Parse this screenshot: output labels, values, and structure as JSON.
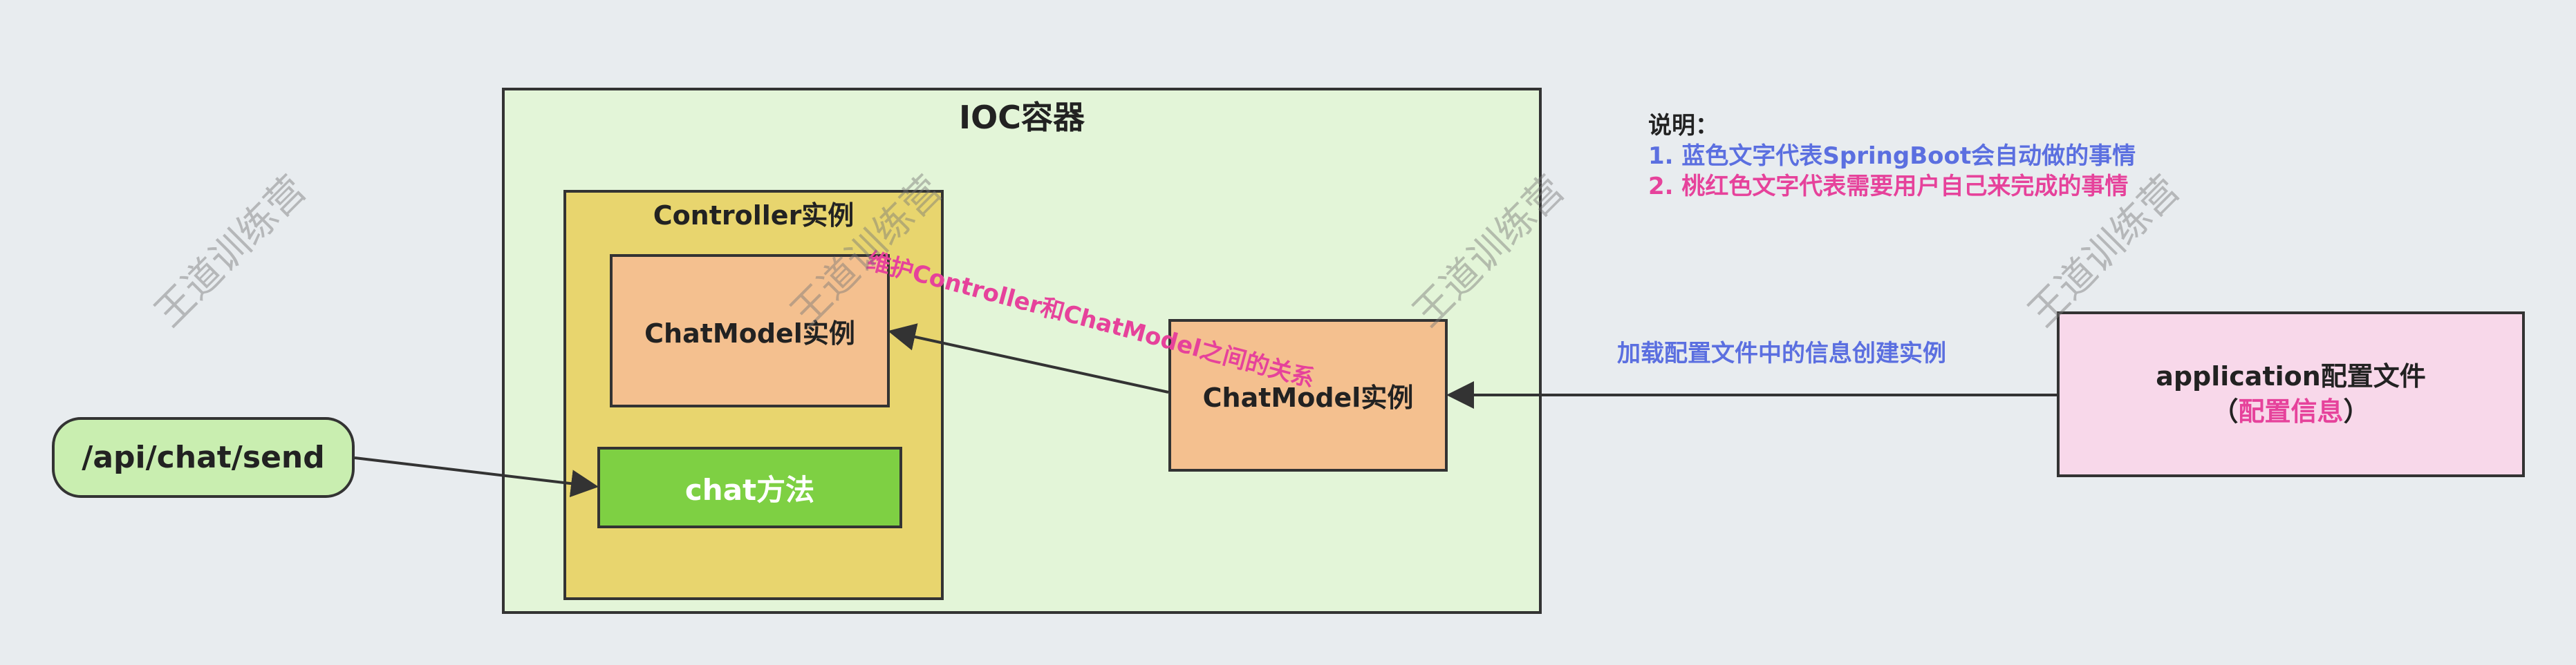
{
  "ioc": {
    "title": "IOC容器"
  },
  "controller": {
    "title": "Controller实例"
  },
  "inner_chatmodel": {
    "label": "ChatModel实例"
  },
  "chat_method": {
    "label": "chat方法"
  },
  "outer_chatmodel": {
    "label": "ChatModel实例"
  },
  "api": {
    "label": "/api/chat/send"
  },
  "config": {
    "line1": "application配置文件",
    "line2_open": "（",
    "line2_pink": "配置信息",
    "line2_close": "）"
  },
  "notes": {
    "heading": "说明：",
    "item1": "1. 蓝色文字代表SpringBoot会自动做的事情",
    "item2": "2. 桃红色文字代表需要用户自己来完成的事情"
  },
  "labels": {
    "load": "加载配置文件中的信息创建实例",
    "relation": "维护Controller和ChatModel之间的关系"
  },
  "watermark": {
    "text": "王道训练营"
  },
  "colors": {
    "blue_text": "#5b6fe0",
    "pink_text": "#e6429b",
    "ioc_fill": "#e3f5d8",
    "controller_fill": "#e8d56e",
    "chatmodel_fill": "#f4c08f",
    "chat_method_fill": "#7ed043",
    "api_fill": "#c9eeb0",
    "config_fill": "#f8d8ea"
  }
}
